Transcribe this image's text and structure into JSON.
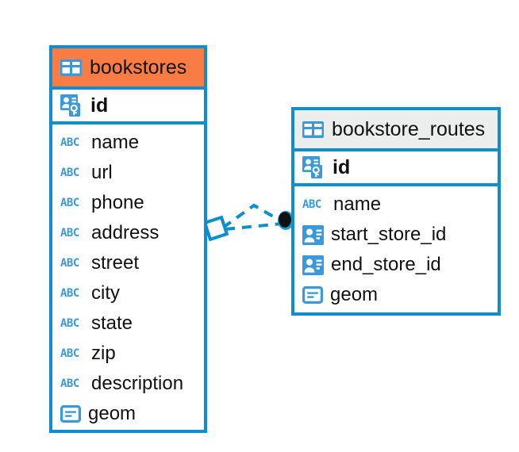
{
  "diagram": {
    "type": "entity-relationship-diagram",
    "background": "#ffffff",
    "border_color": "#0d8ecf",
    "icon_blue": "#3a9ad9",
    "orange_header": "#f97c45",
    "grey_header": "#eceded"
  },
  "tables": [
    {
      "name": "bookstores",
      "title": "bookstores",
      "header_style": "accent-orange",
      "primary_key": {
        "label": "id",
        "icon": "primary-key-icon"
      },
      "fields": [
        {
          "label": "name",
          "icon": "abc-icon",
          "icon_text": "ABC"
        },
        {
          "label": "url",
          "icon": "abc-icon",
          "icon_text": "ABC"
        },
        {
          "label": "phone",
          "icon": "abc-icon",
          "icon_text": "ABC"
        },
        {
          "label": "address",
          "icon": "abc-icon",
          "icon_text": "ABC"
        },
        {
          "label": "street",
          "icon": "abc-icon",
          "icon_text": "ABC"
        },
        {
          "label": "city",
          "icon": "abc-icon",
          "icon_text": "ABC"
        },
        {
          "label": "state",
          "icon": "abc-icon",
          "icon_text": "ABC"
        },
        {
          "label": "zip",
          "icon": "abc-icon",
          "icon_text": "ABC"
        },
        {
          "label": "description",
          "icon": "abc-icon",
          "icon_text": "ABC"
        },
        {
          "label": "geom",
          "icon": "geometry-icon"
        }
      ]
    },
    {
      "name": "bookstore_routes",
      "title": "bookstore_routes",
      "header_style": "accent-grey",
      "primary_key": {
        "label": "id",
        "icon": "primary-key-icon"
      },
      "fields": [
        {
          "label": "name",
          "icon": "abc-icon",
          "icon_text": "ABC"
        },
        {
          "label": "start_store_id",
          "icon": "foreign-key-icon"
        },
        {
          "label": "end_store_id",
          "icon": "foreign-key-icon"
        },
        {
          "label": "geom",
          "icon": "geometry-icon"
        }
      ]
    }
  ],
  "relationship": {
    "source_table": "bookstores",
    "target_table": "bookstore_routes",
    "line_style": "dashed",
    "line_color": "#0d8ecf",
    "source_marker": "diamond-outline",
    "target_marker": "filled-circle"
  }
}
